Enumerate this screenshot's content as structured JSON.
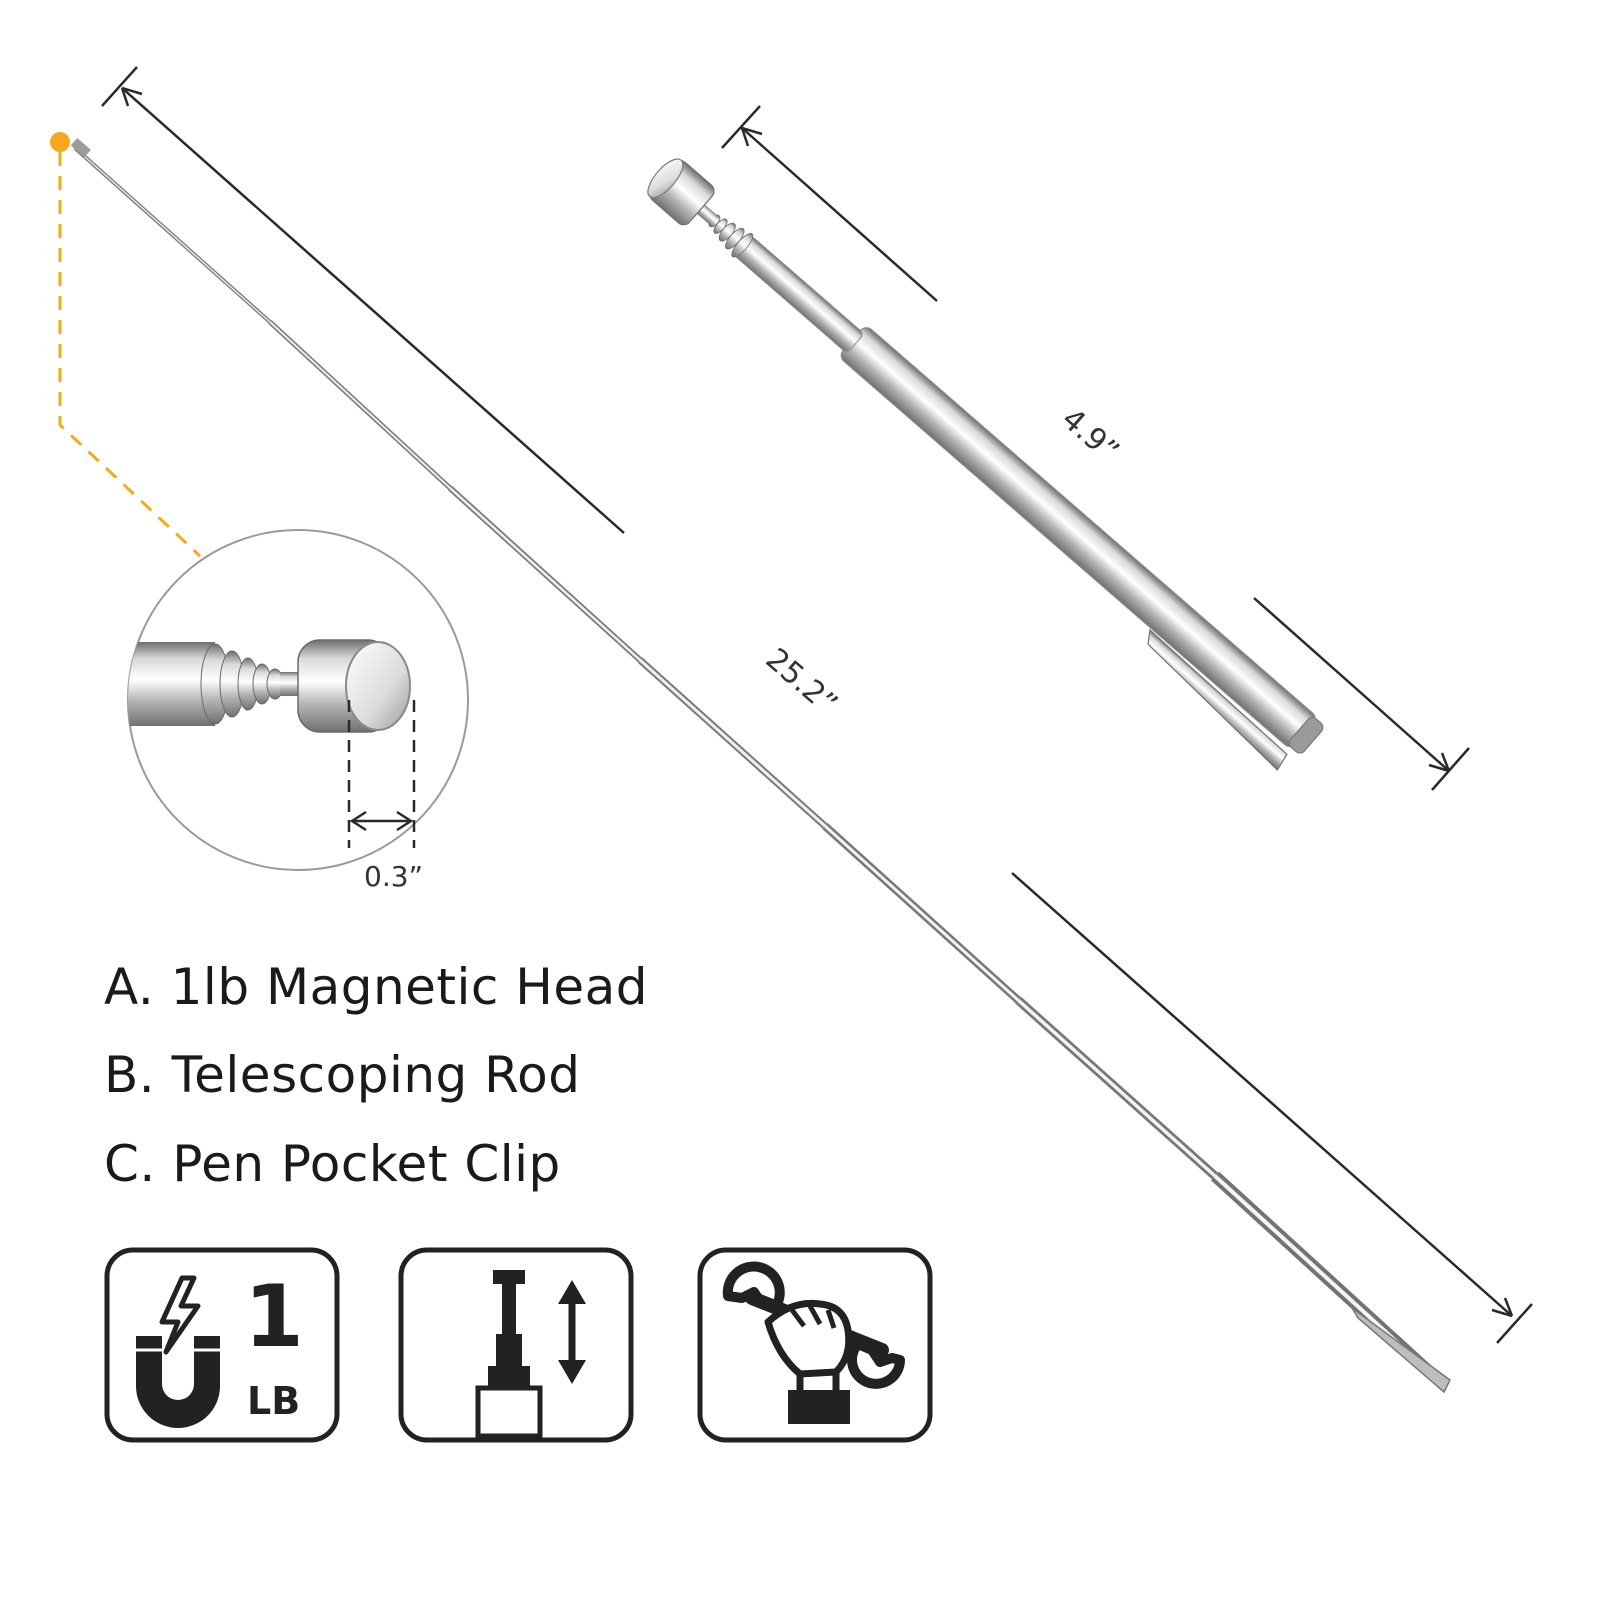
{
  "dimensions": {
    "extended_length": "25.2”",
    "collapsed_length": "4.9”",
    "head_diameter": "0.3”"
  },
  "features": [
    {
      "letter": "A.",
      "text": "1lb Magnetic Head"
    },
    {
      "letter": "B.",
      "text": "Telescoping Rod"
    },
    {
      "letter": "C.",
      "text": "Pen Pocket Clip"
    }
  ],
  "icons": {
    "magnet": {
      "name": "magnet-1lb-icon",
      "number": "1",
      "unit": "LB"
    },
    "telescoping": {
      "name": "telescoping-rod-icon"
    },
    "tool": {
      "name": "hand-wrench-icon"
    }
  },
  "colors": {
    "accent": "#F4A91F",
    "line": "#2a2a2a",
    "metal_light": "#f4f4f4",
    "metal_mid": "#b8b8b8",
    "metal_dark": "#6c6c6c"
  }
}
